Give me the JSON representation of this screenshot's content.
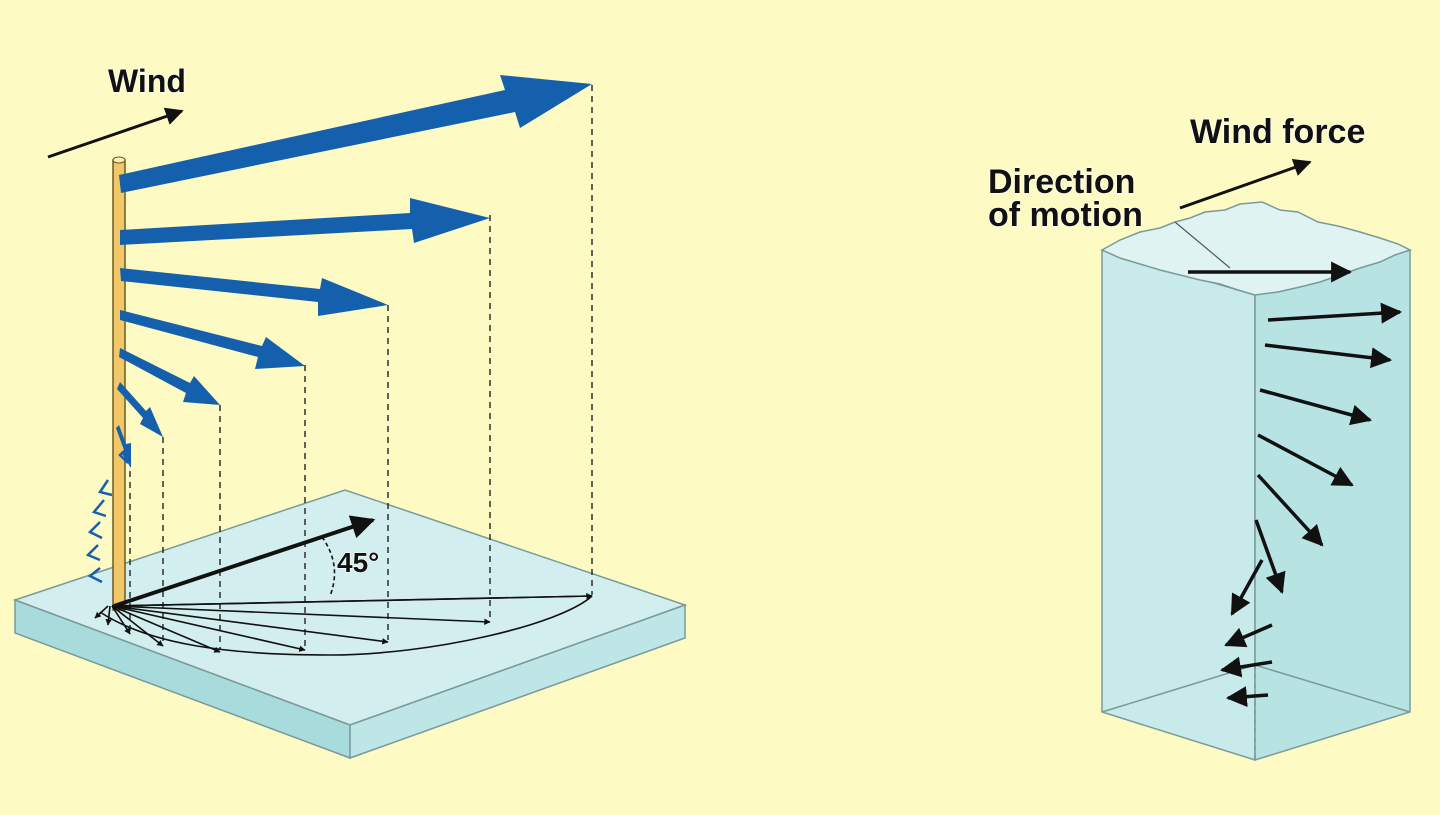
{
  "labels": {
    "wind": "Wind",
    "angle": "45°",
    "wind_force": "Wind force",
    "direction_line1": "Direction",
    "direction_line2": "of motion"
  },
  "colors": {
    "background": "#fdfbc3",
    "spiral_arrow": "#1560ad",
    "slab_top": "#d3eeee",
    "slab_side": "#a8dcdc",
    "column_face": "#c8eaea",
    "mast": "#f2c768",
    "dark_arrow": "#111111"
  },
  "icons": {
    "wind_arrow": "arrow-right-icon",
    "ekman_spiral": "spiral-arrow-icon"
  }
}
